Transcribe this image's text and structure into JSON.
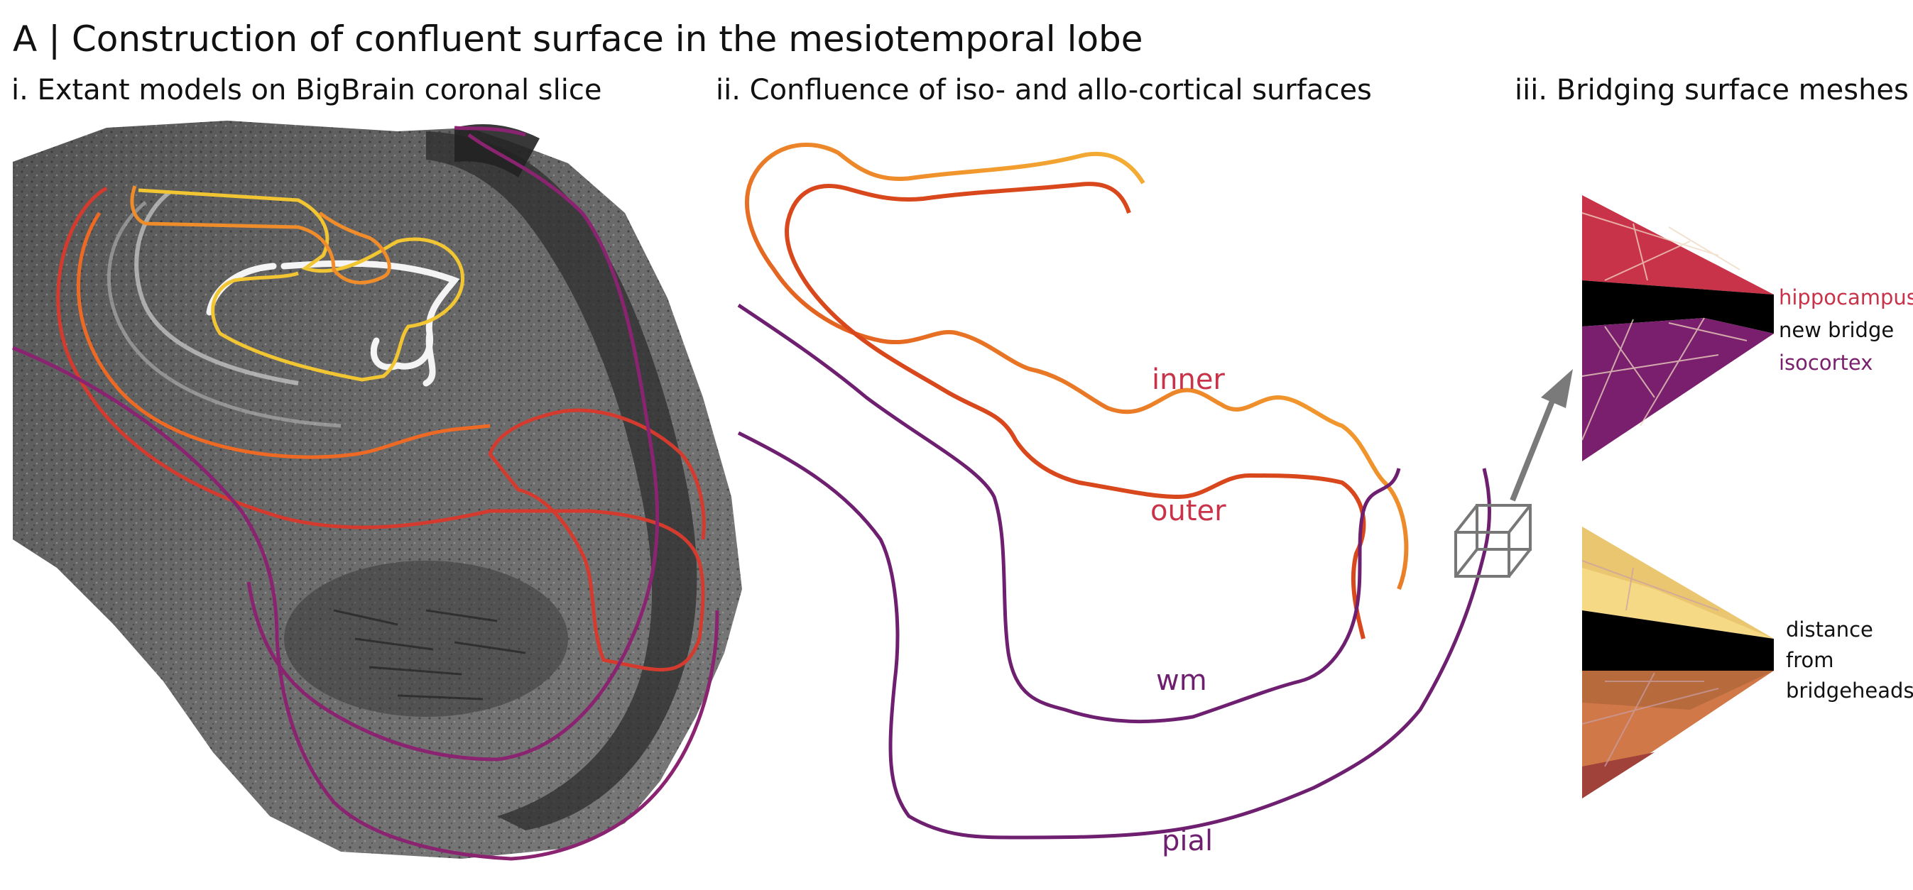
{
  "figure": {
    "title": "A | Construction of confluent surface in the mesiotemporal lobe",
    "panels": [
      {
        "id": "i",
        "title": "i. Extant models  on BigBrain coronal slice"
      },
      {
        "id": "ii",
        "title": "ii. Confluence of iso- and allo-cortical surfaces",
        "labels": {
          "inner": "inner",
          "outer": "outer",
          "wm": "wm",
          "pial": "pial"
        }
      },
      {
        "id": "iii",
        "title": "iii. Bridging surface meshes",
        "mesh_top_labels": [
          "hippocampus",
          "new bridge",
          "isocortex"
        ],
        "mesh_bottom_labels": [
          "distance",
          "from",
          "bridgeheads"
        ]
      }
    ]
  },
  "colors": {
    "hippocampus": "#c8334a",
    "isocortex": "#7a1f6e",
    "inner_gradient": [
      "#f4c542",
      "#f28c28",
      "#d9481c"
    ],
    "outer_gradient": [
      "#e0501e",
      "#c83a3a"
    ],
    "wm_pial": "#6e1f70",
    "slice_dark": "#2b2b2b",
    "slice_light": "#9a9a9a",
    "bridge": "#000000"
  }
}
